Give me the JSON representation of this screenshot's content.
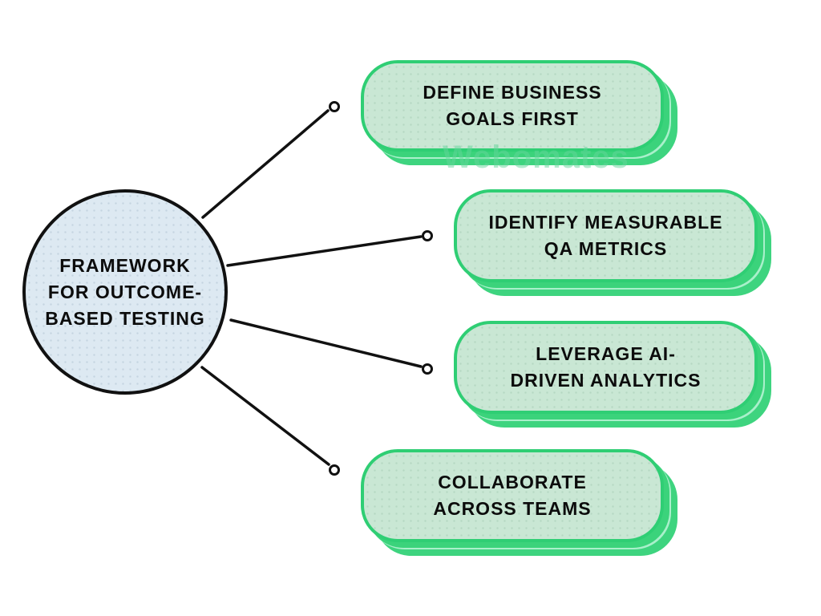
{
  "center": {
    "lines": [
      "FRAMEWORK",
      "FOR OUTCOME-",
      "BASED TESTING"
    ]
  },
  "nodes": [
    {
      "lines": [
        "DEFINE BUSINESS",
        "GOALS FIRST"
      ]
    },
    {
      "lines": [
        "IDENTIFY MEASURABLE",
        "QA METRICS"
      ]
    },
    {
      "lines": [
        "LEVERAGE AI-",
        "DRIVEN ANALYTICS"
      ]
    },
    {
      "lines": [
        "COLLABORATE",
        "ACROSS TEAMS"
      ]
    }
  ],
  "watermark": {
    "text": "Webomates"
  },
  "theme": {
    "bg": "#ffffff",
    "center-fill": "#dde9f2",
    "center-border": "#111111",
    "node-fill": "#c9e7d4",
    "node-border": "#2fce74",
    "node-shadow": "#3ed47f",
    "node-shadow-mid": "#3bd37b",
    "node-shadow-light": "#a9f0cb",
    "connector": "#111111",
    "text": "#0c0c0c",
    "watermark": "rgba(100,214,154,0.5)"
  }
}
